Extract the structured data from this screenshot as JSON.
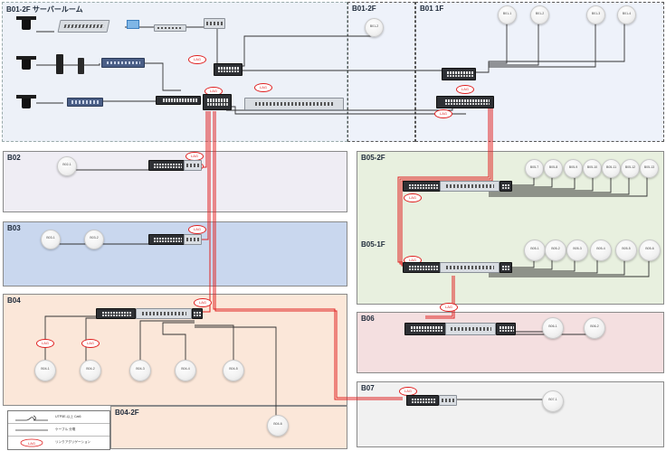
{
  "zones": {
    "server_room": "B01-2F サーバールーム",
    "b01_2f": "B01-2F",
    "b01_1f": "B01 1F",
    "b02": "B02",
    "b03": "B03",
    "b04": "B04",
    "b04_2f": "B04-2F",
    "b05_2f": "B05-2F",
    "b05_1f": "B05-1F",
    "b06": "B06",
    "b07": "B07"
  },
  "colors": {
    "server_room_bg": "#edf1f8",
    "b01_bg": "#eef2fa",
    "b02_bg": "#efedf4",
    "b03_bg": "#c9d7ee",
    "b04_bg": "#fbe7d9",
    "b05_bg": "#e8f0df",
    "b06_bg": "#f4dfe0",
    "b07_bg": "#f1f1f1",
    "lag_red": "#e02020"
  },
  "access_points": {
    "b01_2f": [
      "B01-2"
    ],
    "b01_1f": [
      "B01-1",
      "B01-2",
      "B01-3",
      "B01-4"
    ],
    "b02": [
      "B02-1"
    ],
    "b03": [
      "B03-1",
      "B03-2"
    ],
    "b04": [
      "B04-1",
      "B04-2",
      "B04-3",
      "B04-4",
      "B04-5"
    ],
    "b04_2f": [
      "B04-6"
    ],
    "b05_2f": [
      "B05-7",
      "B05-8",
      "B05-9",
      "B05-10",
      "B05-11",
      "B05-12",
      "B05-13"
    ],
    "b05_1f": [
      "B05-1",
      "B05-2",
      "B05-3",
      "B05-4",
      "B05-5",
      "B05-6"
    ],
    "b06": [
      "B06-1",
      "B06-2"
    ],
    "b07": [
      "B07-1"
    ]
  },
  "lag_label": "LAG",
  "legend": [
    {
      "icon": "utp-cable-icon",
      "label": "UTP5E-以上 Cat6"
    },
    {
      "icon": "cable-icon",
      "label": "ケーブル 分電"
    },
    {
      "icon": "lag-icon",
      "label": "リンクアグリゲーション"
    }
  ]
}
